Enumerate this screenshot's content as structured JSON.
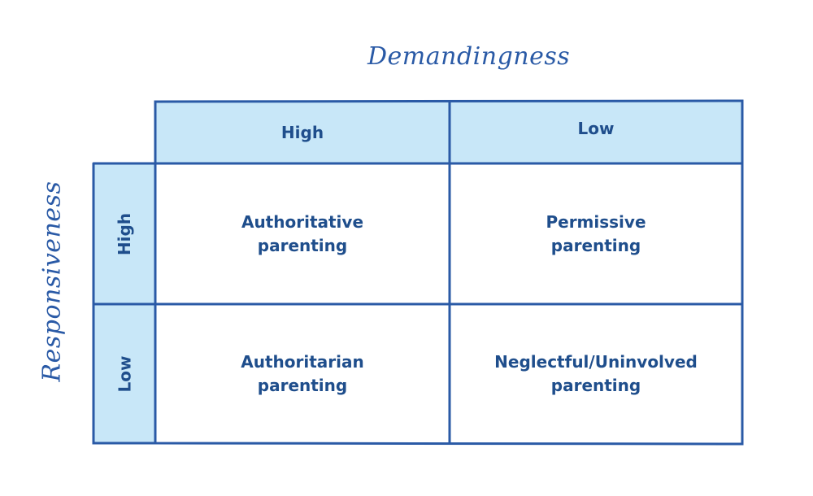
{
  "axes": {
    "top_title": "Demandingness",
    "left_title": "Responsiveness"
  },
  "columns": [
    {
      "label": "High"
    },
    {
      "label": "Low"
    }
  ],
  "rows": [
    {
      "label": "High"
    },
    {
      "label": "Low"
    }
  ],
  "cells": [
    [
      "Authoritative\nparenting",
      "Permissive\nparenting"
    ],
    [
      "Authoritarian\nparenting",
      "Neglectful/Uninvolved\nparenting"
    ]
  ],
  "colors": {
    "line": "#2a5aa6",
    "header_fill": "#c8e7f8",
    "text": "#1f4e8c"
  }
}
